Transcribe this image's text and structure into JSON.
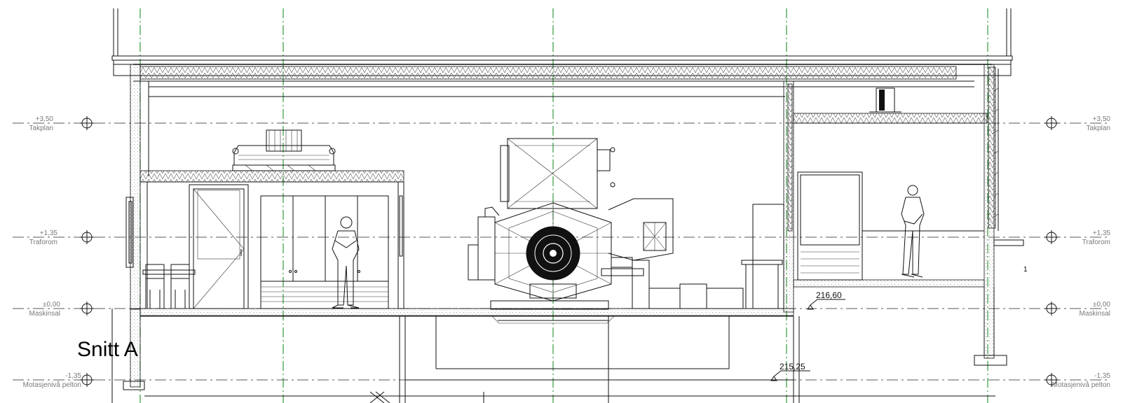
{
  "title": "Snitt A",
  "levels": [
    {
      "value": "+3,50",
      "name": "Takplan"
    },
    {
      "value": "+1,35",
      "name": "Traforom"
    },
    {
      "value": "±0,00",
      "name": "Maskinsal"
    },
    {
      "value": "-1,35",
      "name": "Motasjenivå pelton"
    }
  ],
  "elevations": [
    "216,60",
    "215,25"
  ],
  "mark": "1",
  "colors": {
    "grid": "#1f8f2a",
    "line": "#111111",
    "label": "#7a7a7a"
  }
}
